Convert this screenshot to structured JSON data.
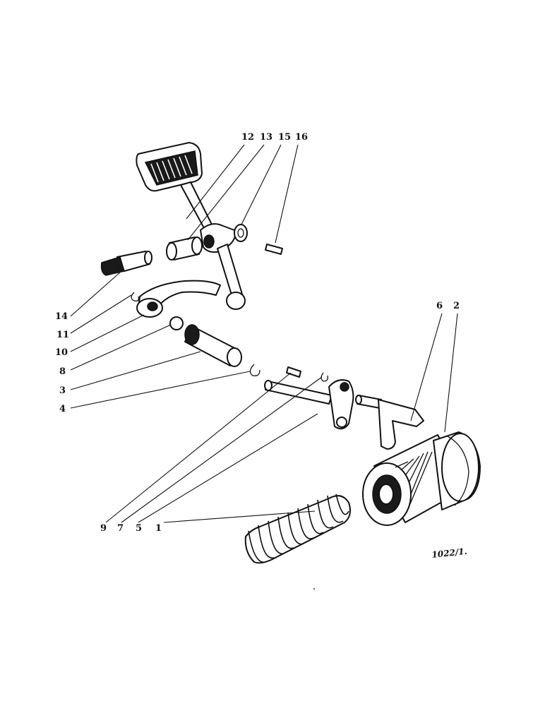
{
  "callouts": {
    "n12": "12",
    "n13": "13",
    "n15": "15",
    "n16": "16",
    "n14": "14",
    "n11": "11",
    "n10": "10",
    "n8": "8",
    "n3": "3",
    "n4": "4",
    "n6": "6",
    "n2": "2",
    "n9": "9",
    "n7": "7",
    "n5": "5",
    "n1": "1"
  },
  "reference": "1022/1."
}
